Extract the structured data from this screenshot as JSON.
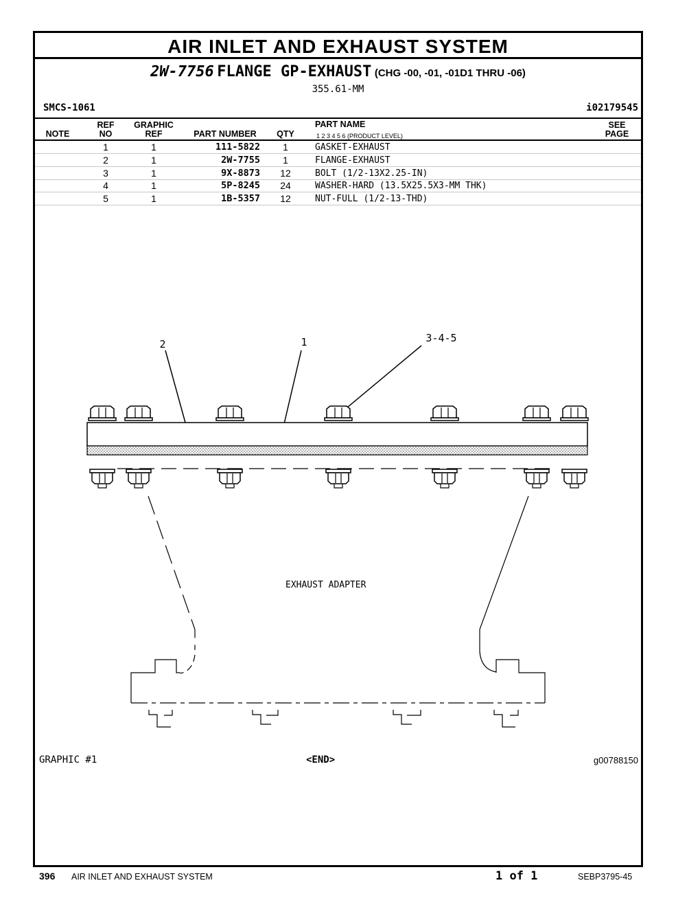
{
  "header": {
    "section_title": "AIR INLET AND EXHAUST SYSTEM",
    "group_code": "2W-7756",
    "group_name": "FLANGE GP-EXHAUST",
    "change_levels": "(CHG -00, -01, -01D1 THRU -06)",
    "size": "355.61-MM",
    "smcs": "SMCS-1061",
    "image_id": "i02179545"
  },
  "table": {
    "headers": {
      "note": "NOTE",
      "ref_top": "REF",
      "ref_bottom": "NO",
      "graphic_top": "GRAPHIC",
      "graphic_bottom": "REF",
      "part_number": "PART NUMBER",
      "qty": "QTY",
      "part_name": "PART NAME",
      "product_level": "1    2    3    4    5    6    (PRODUCT LEVEL)",
      "see_top": "SEE",
      "see_bottom": "PAGE"
    },
    "rows": [
      {
        "ref": "1",
        "graphic": "1",
        "part_number": "111-5822",
        "qty": "1",
        "name": "GASKET-EXHAUST"
      },
      {
        "ref": "2",
        "graphic": "1",
        "part_number": "2W-7755",
        "qty": "1",
        "name": "FLANGE-EXHAUST"
      },
      {
        "ref": "3",
        "graphic": "1",
        "part_number": "9X-8873",
        "qty": "12",
        "name": "BOLT (1/2-13X2.25-IN)"
      },
      {
        "ref": "4",
        "graphic": "1",
        "part_number": "5P-8245",
        "qty": "24",
        "name": "WASHER-HARD (13.5X25.5X3-MM THK)"
      },
      {
        "ref": "5",
        "graphic": "1",
        "part_number": "1B-5357",
        "qty": "12",
        "name": "NUT-FULL (1/2-13-THD)"
      }
    ]
  },
  "drawing": {
    "callouts": [
      "2",
      "1",
      "3-4-5"
    ],
    "adapter_label": "EXHAUST ADAPTER"
  },
  "graphic_footer": {
    "graphic_label": "GRAPHIC #1",
    "end_label": "<END>",
    "graphic_number": "g00788150"
  },
  "page_footer": {
    "page_number": "396",
    "section": "AIR INLET AND EXHAUST SYSTEM",
    "page_of": "1 of 1",
    "document": "SEBP3795-45"
  }
}
